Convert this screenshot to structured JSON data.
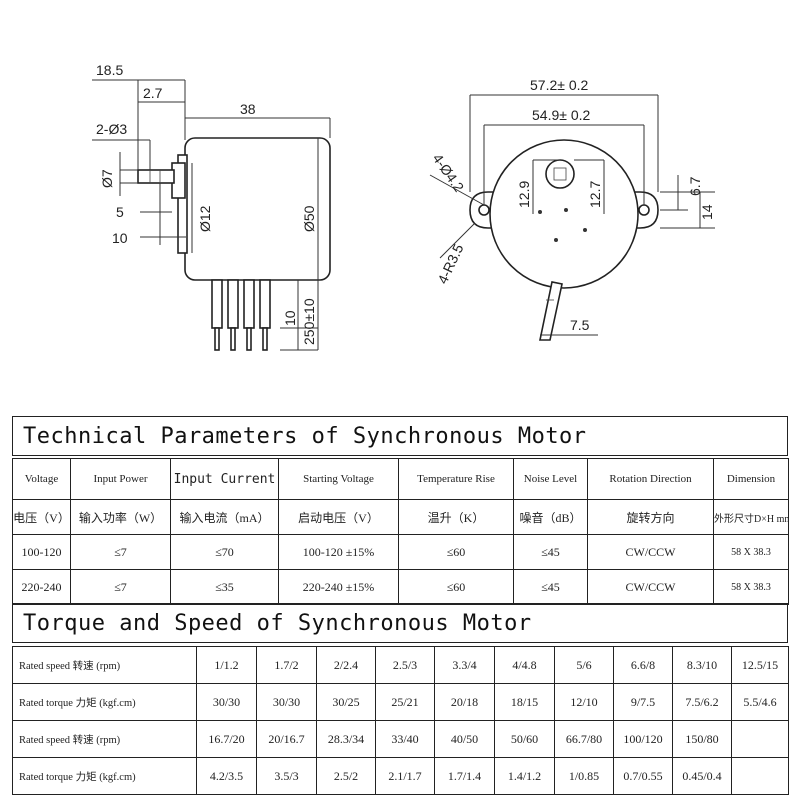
{
  "side_view": {
    "dims": {
      "d18_5": "18.5",
      "d2_7": "2.7",
      "d38": "38",
      "d2_phi3": "2-Ø3",
      "d7": "Ø7",
      "d5": "5",
      "d10": "10",
      "d12": "Ø12",
      "d50": "Ø50",
      "d10b": "10",
      "d250": "250±10"
    }
  },
  "front_view": {
    "dims": {
      "d57_2": "57.2± 0.2",
      "d54_9": "54.9± 0.2",
      "d4_phi4_2": "4-Ø4.2",
      "d12_9": "12.9",
      "d12_7": "12.7",
      "d6_7": "6.7",
      "d14": "14",
      "d4_r3_5": "4-R3.5",
      "d7_5": "7.5"
    }
  },
  "technical": {
    "title": "Technical Parameters of Synchronous Motor",
    "headers_en": [
      "Voltage",
      "Input Power",
      "Input Current",
      "Starting Voltage",
      "Temperature Rise",
      "Noise Level",
      "Rotation Direction",
      "Dimension"
    ],
    "headers_cn": [
      "电压（V）",
      "输入功率（W）",
      "输入电流（mA）",
      "启动电压（V）",
      "温升（K）",
      "噪音（dB）",
      "旋转方向",
      "外形尺寸D×H mm"
    ],
    "rows": [
      [
        "100-120",
        "≤7",
        "≤70",
        "100-120 ±15%",
        "≤60",
        "≤45",
        "CW/CCW",
        "58 X 38.3"
      ],
      [
        "220-240",
        "≤7",
        "≤35",
        "220-240 ±15%",
        "≤60",
        "≤45",
        "CW/CCW",
        "58 X 38.3"
      ]
    ]
  },
  "torque": {
    "title": "Torque and Speed of Synchronous Motor",
    "rows": [
      {
        "label": "Rated speed 转速 (rpm)",
        "values": [
          "1/1.2",
          "1.7/2",
          "2/2.4",
          "2.5/3",
          "3.3/4",
          "4/4.8",
          "5/6",
          "6.6/8",
          "8.3/10",
          "12.5/15"
        ]
      },
      {
        "label": "Rated torque 力矩 (kgf.cm)",
        "values": [
          "30/30",
          "30/30",
          "30/25",
          "25/21",
          "20/18",
          "18/15",
          "12/10",
          "9/7.5",
          "7.5/6.2",
          "5.5/4.6"
        ]
      },
      {
        "label": "Rated speed 转速 (rpm)",
        "values": [
          "16.7/20",
          "20/16.7",
          "28.3/34",
          "33/40",
          "40/50",
          "50/60",
          "66.7/80",
          "100/120",
          "150/80",
          ""
        ]
      },
      {
        "label": "Rated torque 力矩 (kgf.cm)",
        "values": [
          "4.2/3.5",
          "3.5/3",
          "2.5/2",
          "2.1/1.7",
          "1.7/1.4",
          "1.4/1.2",
          "1/0.85",
          "0.7/0.55",
          "0.45/0.4",
          ""
        ]
      }
    ]
  }
}
